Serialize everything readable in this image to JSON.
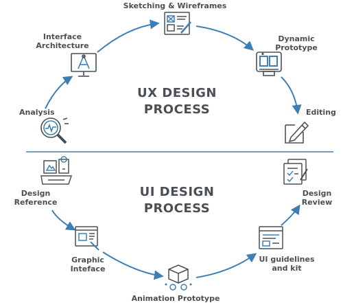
{
  "ux": {
    "title_line1": "UX DESIGN",
    "title_line2": "PROCESS",
    "steps": [
      {
        "line1": "Sketching & Wireframes",
        "line2": "",
        "icon": "wireframe-icon"
      },
      {
        "line1": "Dynamic",
        "line2": "Prototype",
        "icon": "prototype-icon"
      },
      {
        "line1": "Editing",
        "line2": "",
        "icon": "edit-icon"
      },
      {
        "line1": "Analysis",
        "line2": "",
        "icon": "analysis-icon"
      },
      {
        "line1": "Interface",
        "line2": "Architecture",
        "icon": "architecture-icon"
      }
    ]
  },
  "ui": {
    "title_line1": "UI DESIGN",
    "title_line2": "PROCESS",
    "steps": [
      {
        "line1": "Design",
        "line2": "Reference",
        "icon": "reference-icon"
      },
      {
        "line1": "Graphic",
        "line2": "Inteface",
        "icon": "graphic-icon"
      },
      {
        "line1": "Animation Prototype",
        "line2": "",
        "icon": "animation-icon"
      },
      {
        "line1": "UI guidelines",
        "line2": "and kit",
        "icon": "guidelines-icon"
      },
      {
        "line1": "Design",
        "line2": "Review",
        "icon": "review-icon"
      }
    ]
  },
  "colors": {
    "arrow": "#3c7fb5",
    "divider": "#3c7fb5",
    "icon_stroke": "#4a4f55",
    "icon_accent": "#3c7fb5",
    "text": "#4a4f55"
  }
}
